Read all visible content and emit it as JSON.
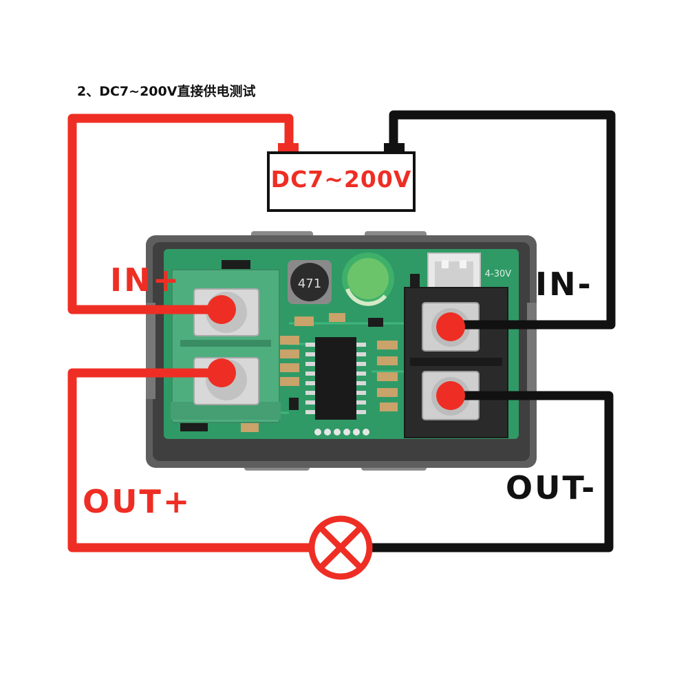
{
  "caption": "2、DC7~200V直接供电测试",
  "power_supply": {
    "label": "DC7~200V"
  },
  "terminals": {
    "in_plus": "IN+",
    "in_minus": "IN-",
    "out_plus": "OUT+",
    "out_minus": "OUT-"
  },
  "board": {
    "inductor_marking": "471",
    "connector_marking": "4-30V"
  },
  "colors": {
    "positive_wire": "#ee2e24",
    "negative_wire": "#111111",
    "pcb_green": "#2f9a66",
    "terminal_green": "#4fae7e",
    "terminal_black": "#2a2a2a",
    "case_gray": "#5e5e5e"
  }
}
